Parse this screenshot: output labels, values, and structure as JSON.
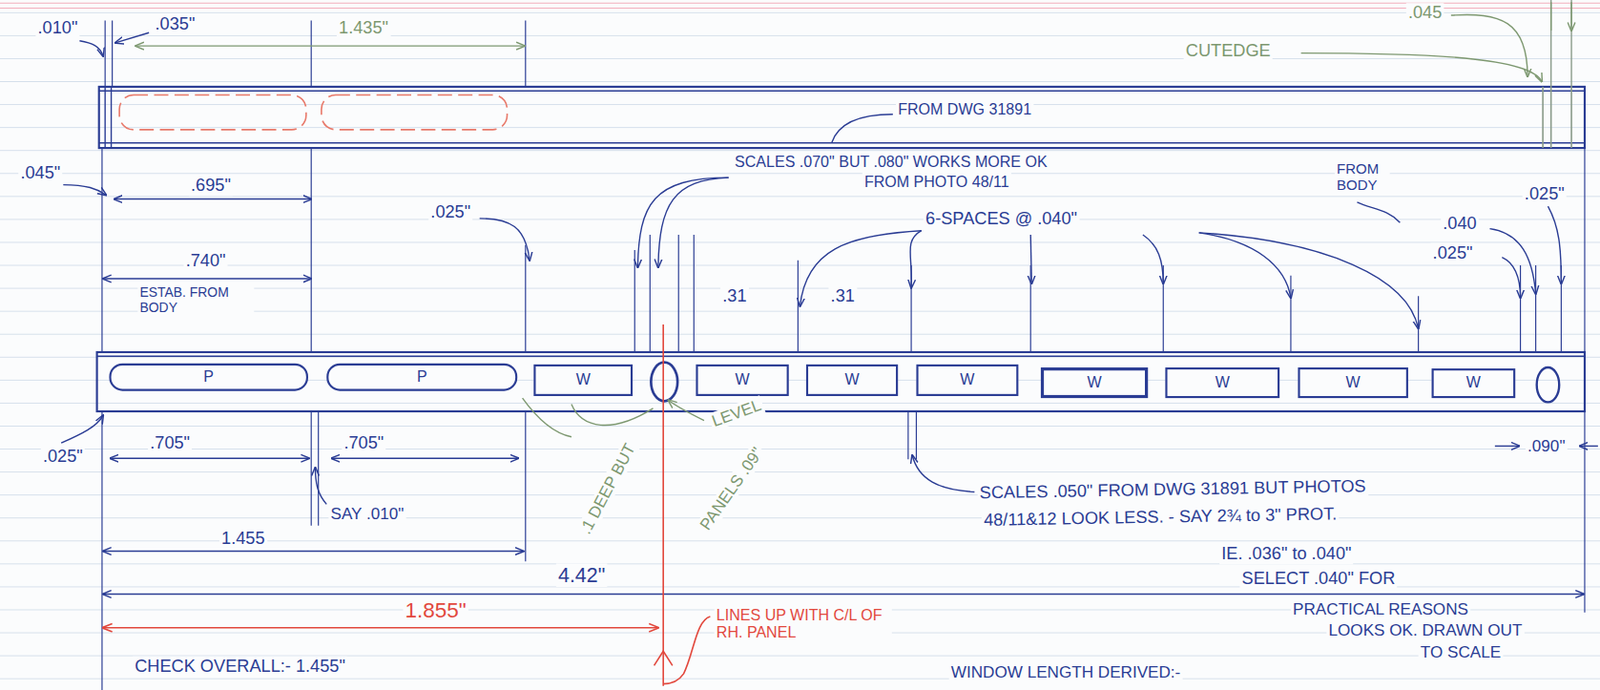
{
  "diagram": {
    "nodes": [
      {
        "text": [
          "P"
        ]
      },
      {
        "text": [
          "P"
        ]
      },
      {
        "text": [
          "W"
        ]
      },
      {
        "text": [
          "W"
        ]
      },
      {
        "text": [
          "W"
        ]
      },
      {
        "text": [
          "W"
        ]
      },
      {
        "text": [
          "W"
        ]
      },
      {
        "text": [
          "W"
        ]
      },
      {
        "text": [
          "W"
        ]
      },
      {
        "text": [
          "W"
        ]
      }
    ],
    "labels": [
      ".010\"",
      ".035\"",
      "1.435\"",
      ".045",
      "CUTEDGE",
      "FROM DWG 31891",
      "SCALES .070\" BUT .080\" WORKS MORE OK",
      "FROM PHOTO 48/11",
      "FROM BODY",
      ".025\"",
      ".045\"",
      ".695\"",
      ".025\"",
      "6-SPACES @ .040\"",
      ".040",
      ".025\"",
      ".740\"",
      "ESTAB. FROM BODY",
      ".31",
      ".31",
      ".025\"",
      ".705\"",
      ".705\"",
      "LEVEL",
      ".1 DEEP BUT",
      "PANELS .09\"",
      ".090\"",
      "SCALES .050\" FROM DWG 31891 BUT PHOTOS",
      "48/11&12 LOOK LESS. - SAY 2¾ to 3\" PROT.",
      "IE. .036\" to .040\"",
      "SELECT .040\" FOR",
      "PRACTICAL REASONS",
      "LOOKS OK. DRAWN OUT",
      "TO SCALE",
      "SAY .010\"",
      "1.455",
      "4.42\"",
      "1.855\"",
      "LINES UP WITH C/L OF RH. PANEL",
      "CHECK OVERALL:- 1.455\"",
      "WINDOW LENGTH DERIVED:-"
    ]
  }
}
